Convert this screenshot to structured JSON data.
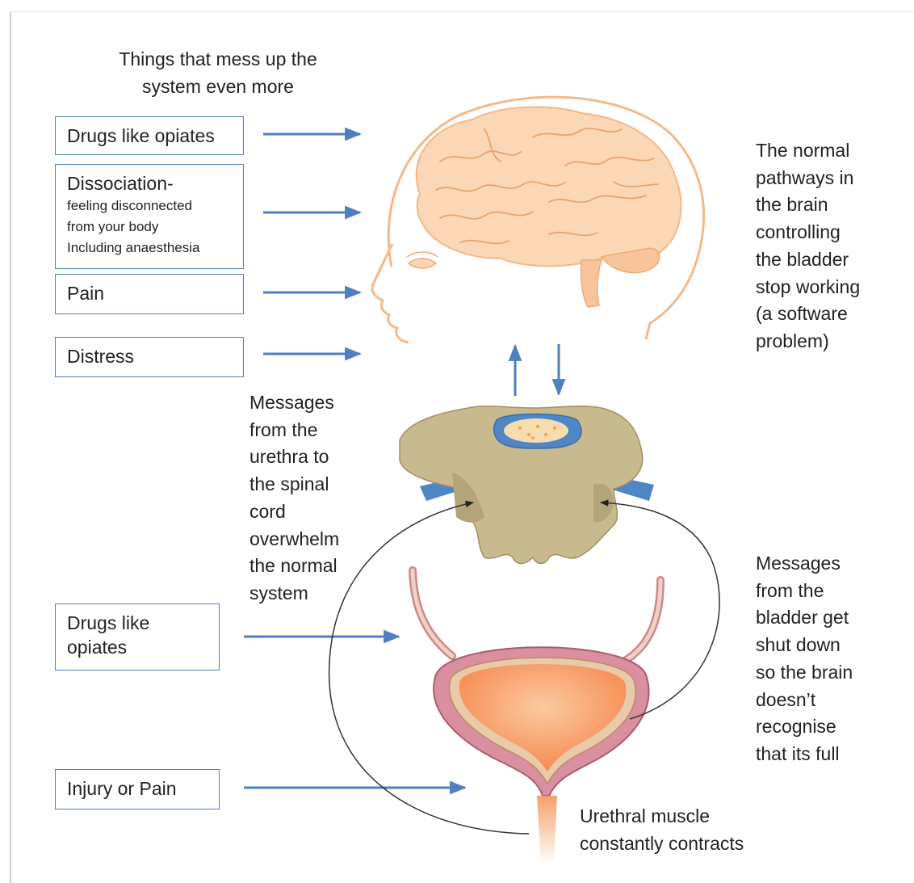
{
  "heading": "Things that mess up the system even more",
  "left_boxes": {
    "drugs_top": "Drugs like opiates",
    "dissociation_title": "Dissociation-",
    "dissociation_line1": "feeling disconnected",
    "dissociation_line2": "from your body",
    "dissociation_line3": "Including anaesthesia",
    "pain": "Pain",
    "distress": "Distress",
    "drugs_bottom_line1": "Drugs like",
    "drugs_bottom_line2": "opiates",
    "injury": "Injury or Pain"
  },
  "brain_note": [
    "The normal",
    "pathways in",
    "the brain",
    "controlling",
    "the bladder",
    "stop working",
    "(a software",
    "problem)"
  ],
  "urethra_note": [
    "Messages",
    "from the",
    "urethra to",
    "the spinal",
    "cord",
    "overwhelm",
    "the normal",
    "system"
  ],
  "bladder_note": [
    "Messages",
    "from the",
    "bladder get",
    "shut down",
    "so the brain",
    "doesn’t",
    "recognise",
    "that its full"
  ],
  "muscle_note": [
    "Urethral muscle",
    "constantly contracts"
  ],
  "colors": {
    "arrow": "#4f7fbf",
    "box_border": "#4f7fbf",
    "brain_outline": "#f2b98a",
    "spine": "#c9b98e",
    "bladder_wall": "#c9808f",
    "bladder_fill": "#f79a5f"
  }
}
